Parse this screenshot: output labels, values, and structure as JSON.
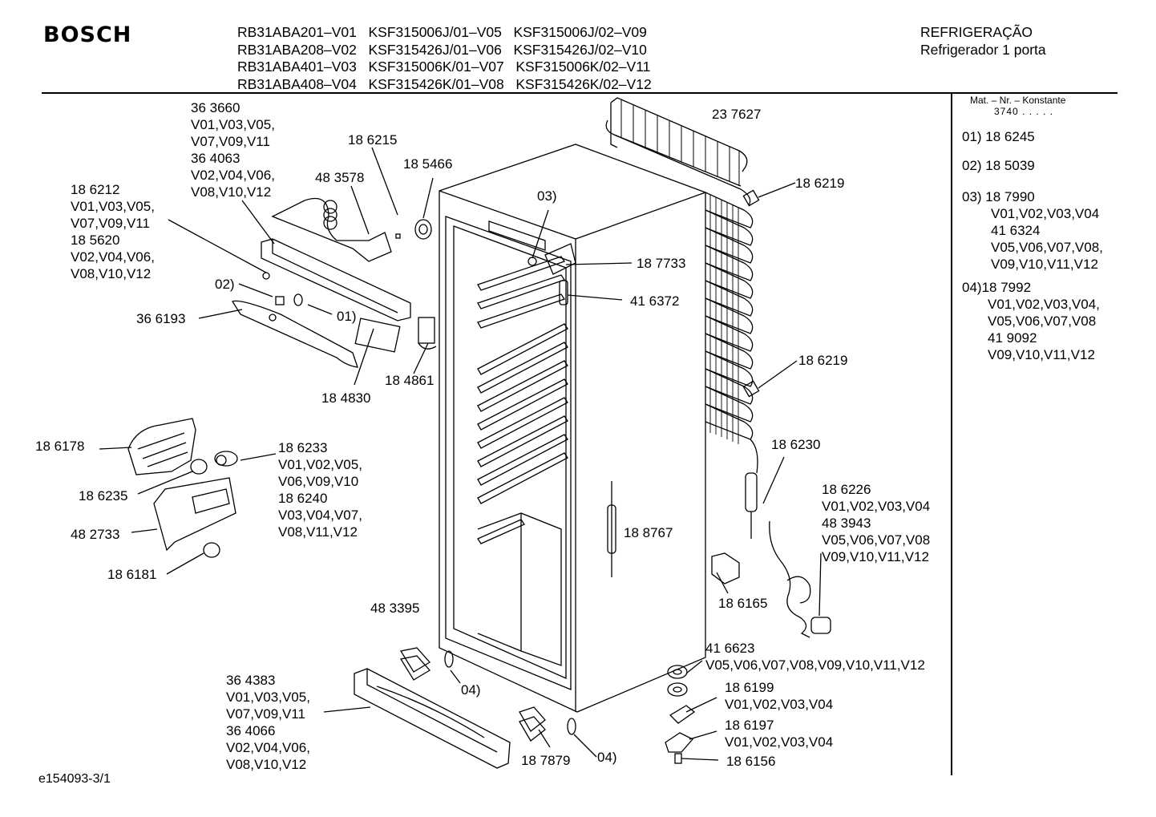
{
  "header": {
    "brand": "BOSCH",
    "models": [
      [
        "RB31ABA201–V01",
        "KSF315006J/01–V05",
        "KSF315006J/02–V09"
      ],
      [
        "RB31ABA208–V02",
        "KSF315426J/01–V06",
        "KSF315426J/02–V10"
      ],
      [
        "RB31ABA401–V03",
        "KSF315006K/01–V07",
        "KSF315006K/02–V11"
      ],
      [
        "RB31ABA408–V04",
        "KSF315426K/01–V08",
        "KSF315426K/02–V12"
      ]
    ],
    "category": "REFRIGERAÇÃO",
    "subcategory": "Refrigerador 1 porta"
  },
  "side_panel": {
    "konstante_title": "Mat. – Nr. – Konstante",
    "konstante_value": "3740  .  .  .  .  .",
    "e01": "01) 18 6245",
    "e02": "02) 18 5039",
    "e03": "03) 18 7990",
    "e03_v1": "V01,V02,V03,V04",
    "e03_p2": "41 6324",
    "e03_v2": "V05,V06,V07,V08,",
    "e03_v3": "V09,V10,V11,V12",
    "e04": "04)18 7992",
    "e04_v1": "V01,V02,V03,V04,",
    "e04_v2": "V05,V06,V07,V08",
    "e04_p2": "41 9092",
    "e04_v3": "V09,V10,V11,V12"
  },
  "labels": {
    "p363660": "36 3660",
    "p363660_v1": "V01,V03,V05,",
    "p363660_v2": "V07,V09,V11",
    "p364063": "36 4063",
    "p364063_v1": "V02,V04,V06,",
    "p364063_v2": "V08,V10,V12",
    "p186215": "18 6215",
    "p483578": "48 3578",
    "p185466": "18 5466",
    "p186212": "18 6212",
    "p186212_v1": "V01,V03,V05,",
    "p186212_v2": "V07,V09,V11",
    "p185620": "18 5620",
    "p185620_v1": "V02,V04,V06,",
    "p185620_v2": "V08,V10,V12",
    "c02": "02)",
    "c01": "01)",
    "p366193": "36 6193",
    "p184861": "18 4861",
    "p184830": "18 4830",
    "c03": "03)",
    "p187733": "18 7733",
    "p416372": "41 6372",
    "p237627": "23 7627",
    "p186219a": "18 6219",
    "p186219b": "18 6219",
    "p186230": "18 6230",
    "p186178": "18 6178",
    "p186233": "18 6233",
    "p186233_v1": "V01,V02,V05,",
    "p186233_v2": "V06,V09,V10",
    "p186240": "18 6240",
    "p186240_v1": "V03,V04,V07,",
    "p186240_v2": "V08,V11,V12",
    "p186235": "18 6235",
    "p482733": "48 2733",
    "p186181": "18 6181",
    "p188767": "18 8767",
    "p186226": "18 6226",
    "p186226_v1": "V01,V02,V03,V04",
    "p483943": "48 3943",
    "p483943_v1": "V05,V06,V07,V08",
    "p483943_v2": "V09,V10,V11,V12",
    "p186165": "18 6165",
    "p483395": "48 3395",
    "p416623": "41 6623",
    "p416623_v1": "V05,V06,V07,V08,V09,V10,V11,V12",
    "p364383": "36 4383",
    "p364383_v1": "V01,V03,V05,",
    "p364383_v2": "V07,V09,V11",
    "p364066": "36 4066",
    "p364066_v1": "V02,V04,V06,",
    "p364066_v2": "V08,V10,V12",
    "c04a": "04)",
    "c04b": "04)",
    "p187879": "18 7879",
    "p186199": "18 6199",
    "p186199_v1": "V01,V02,V03,V04",
    "p186197": "18 6197",
    "p186197_v1": "V01,V02,V03,V04",
    "p186156": "18 6156"
  },
  "footer": {
    "doc_id": "e154093-3/1"
  }
}
